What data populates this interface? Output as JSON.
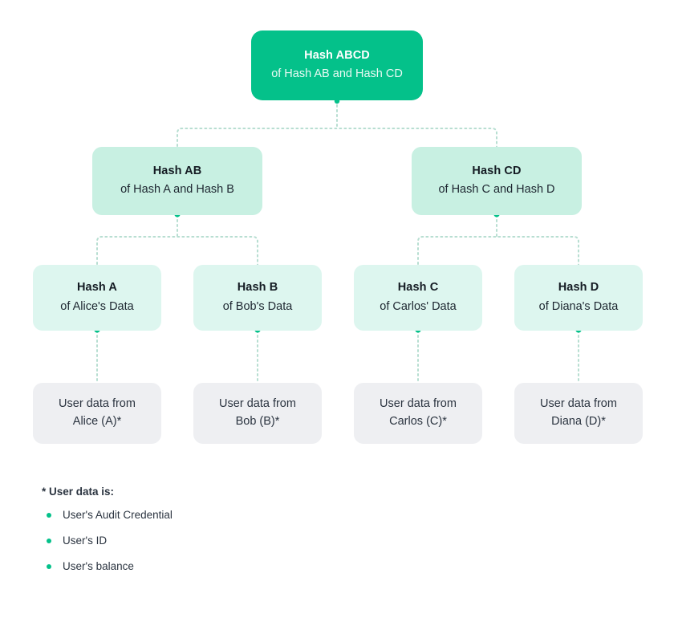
{
  "diagram": {
    "type": "merkle-tree",
    "root": {
      "title": "Hash ABCD",
      "subtitle": "of Hash AB and Hash CD"
    },
    "mid": [
      {
        "title": "Hash AB",
        "subtitle": "of Hash A and Hash B"
      },
      {
        "title": "Hash CD",
        "subtitle": "of Hash C and Hash D"
      }
    ],
    "leaves": [
      {
        "title": "Hash A",
        "subtitle": "of Alice's Data"
      },
      {
        "title": "Hash B",
        "subtitle": "of Bob's Data"
      },
      {
        "title": "Hash C",
        "subtitle": "of Carlos' Data"
      },
      {
        "title": "Hash D",
        "subtitle": "of Diana's Data"
      }
    ],
    "data_nodes": [
      {
        "line1": "User data from",
        "line2": "Alice (A)*"
      },
      {
        "line1": "User data from",
        "line2": "Bob (B)*"
      },
      {
        "line1": "User data from",
        "line2": "Carlos (C)*"
      },
      {
        "line1": "User data from",
        "line2": "Diana (D)*"
      }
    ]
  },
  "legend": {
    "heading": "*  User data is:",
    "items": [
      {
        "label": "User's Audit Credential"
      },
      {
        "label": "User's ID"
      },
      {
        "label": "User's balance"
      }
    ]
  },
  "colors": {
    "root_fill": "#04c18a",
    "mid_fill": "#c8f0e2",
    "leaf_fill": "#ddf6ef",
    "data_fill": "#eeeff2",
    "connector": "#b7ded1",
    "accent_dot": "#04c18a",
    "text_dark": "#141b23",
    "background": "#ffffff"
  }
}
